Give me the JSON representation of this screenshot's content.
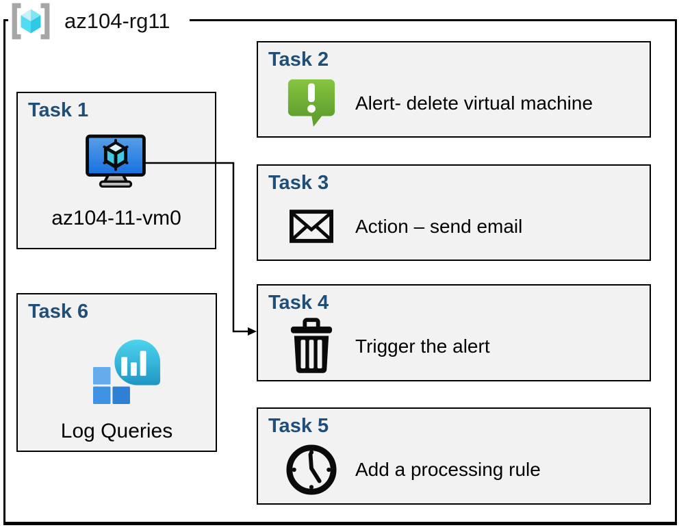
{
  "resource_group": {
    "name": "az104-rg11",
    "icon": "resource-group-icon"
  },
  "tasks": [
    {
      "title": "Task 1",
      "label": "az104-11-vm0",
      "icon": "virtual-machine-icon"
    },
    {
      "title": "Task 2",
      "label": "Alert- delete virtual machine",
      "icon": "alert-message-icon"
    },
    {
      "title": "Task 3",
      "label": "Action – send email",
      "icon": "email-icon"
    },
    {
      "title": "Task 4",
      "label": "Trigger the alert",
      "icon": "trash-icon"
    },
    {
      "title": "Task 5",
      "label": "Add a processing rule",
      "icon": "clock-icon"
    },
    {
      "title": "Task 6",
      "label": "Log Queries",
      "icon": "log-queries-icon"
    }
  ],
  "connector": {
    "from": "task1-virtual-machine",
    "to": "task4"
  },
  "colors": {
    "task_title": "#1F4E79",
    "box_background": "#F2F2F2",
    "box_border": "#000000",
    "alert_green_top": "#87C440",
    "alert_green_bottom": "#60A02F",
    "vm_screen_top": "#5A9FE8",
    "vm_screen_bottom": "#1670E0",
    "log_teal_top": "#4FD4EC",
    "log_teal_bottom": "#1F96C6",
    "log_square_light": "#66ACEC",
    "log_square_mid": "#3E92E2",
    "log_square_dark": "#2E80D4",
    "cube_cyan": "#50DDF2",
    "bracket_gray": "#A6A6A6"
  }
}
